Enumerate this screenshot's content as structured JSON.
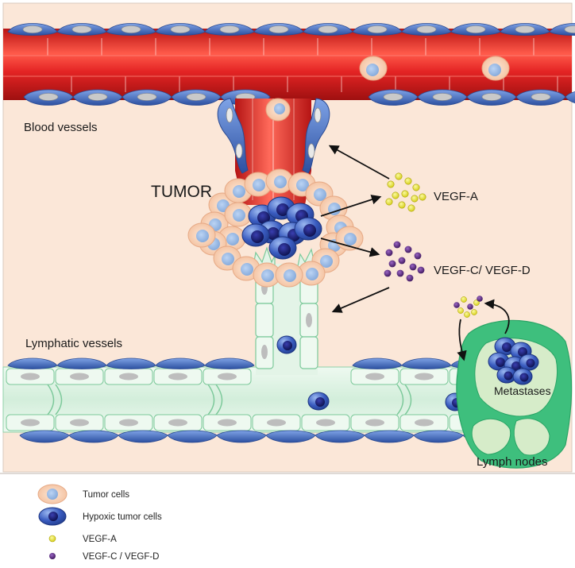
{
  "labels": {
    "blood_vessels": "Blood vessels",
    "tumor": "TUMOR",
    "vegf_a": "VEGF-A",
    "vegf_cd": "VEGF-C/ VEGF-D",
    "lymphatic_vessels": "Lymphatic vessels",
    "metastases": "Metastases",
    "lymph_nodes": "Lymph nodes"
  },
  "legend": {
    "tumor_cells": "Tumor cells",
    "hypoxic_tumor_cells": "Hypoxic tumor cells",
    "vegf_a": "VEGF-A",
    "vegf_cd": "VEGF-C / VEGF-D"
  },
  "colors": {
    "background": "#fbe7d8",
    "blood_red": "#e02828",
    "endothelium_blue": "#4a74c4",
    "lymph_green": "#dff2e3",
    "lymph_edge": "#7cc99a",
    "node_green": "#3ebf7d",
    "tumor_cell": "#f6cdb0",
    "hypoxic_cell": "#1e2d7a",
    "vegf_a": "#f0ec2c",
    "vegf_cd": "#4a1f6e"
  }
}
